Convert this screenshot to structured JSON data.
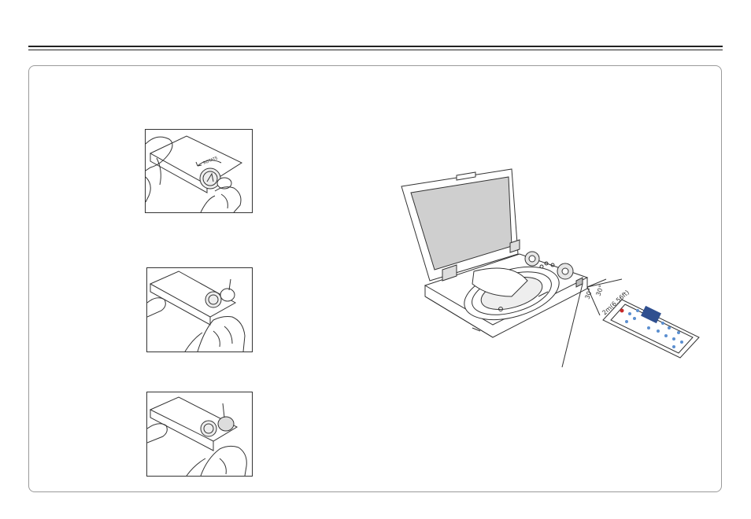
{
  "figures": {
    "step1": {
      "lid_text": "ROTATE"
    },
    "player": {
      "angle_left": "30°",
      "angle_right": "30°",
      "distance": "2m(6.56ft)"
    }
  }
}
